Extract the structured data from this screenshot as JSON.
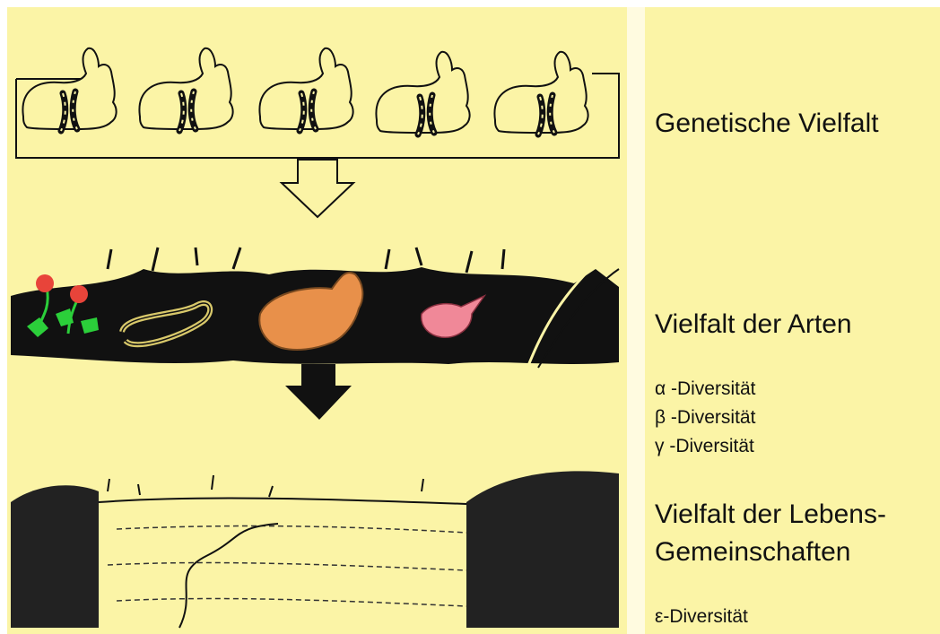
{
  "labels": {
    "genetic": "Genetische Vielfalt",
    "species": "Vielfalt der Arten",
    "alpha": "α -Diversität",
    "beta": "β -Diversität",
    "gamma": "γ -Diversität",
    "communities_line1": "Vielfalt der Lebens-",
    "communities_line2": "Gemeinschaften",
    "epsilon": "ε-Diversität"
  },
  "colors": {
    "background": "#fbf4a6",
    "divider": "#fffbe0",
    "flower": "#e8443a",
    "leaves": "#2bcf3a",
    "snake": "#d8c86a",
    "hare": "#e8904a",
    "bird": "#f08898"
  },
  "icons": {
    "rabbits": "rabbit-chromosome-icon",
    "arrow_hollow": "arrow-down-outline-icon",
    "arrow_solid": "arrow-down-solid-icon",
    "species_strip": "meadow-species-illustration",
    "landscape": "landscape-illustration"
  }
}
